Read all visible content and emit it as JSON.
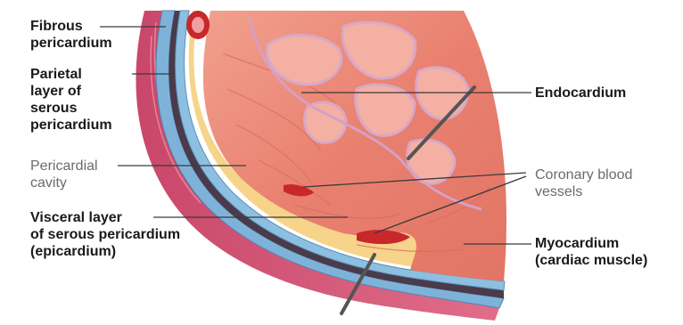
{
  "labels": {
    "fibrous_pericardium": [
      "Fibrous",
      "pericardium"
    ],
    "parietal_layer": [
      "Parietal",
      "layer of",
      "serous",
      "pericardium"
    ],
    "pericardial_cavity": [
      "Pericardial",
      "cavity"
    ],
    "visceral_layer": [
      "Visceral layer",
      "of serous pericardium",
      "(epicardium)"
    ],
    "endocardium": [
      "Endocardium"
    ],
    "coronary_blood_vessels": [
      "Coronary blood",
      "vessels"
    ],
    "myocardium": [
      "Myocardium",
      "(cardiac muscle)"
    ]
  },
  "colors": {
    "fibrous": "#d65a78",
    "fibrous_dark": "#b8405e",
    "parietal_blue": "#7fb2d8",
    "cavity_yellow": "#f6d48a",
    "myocardium": "#ea8576",
    "myocardium_light": "#f3a896",
    "endocardium": "#d8a8c8",
    "vessel_red": "#c8282a",
    "leader_line": "#3a3a3a"
  }
}
